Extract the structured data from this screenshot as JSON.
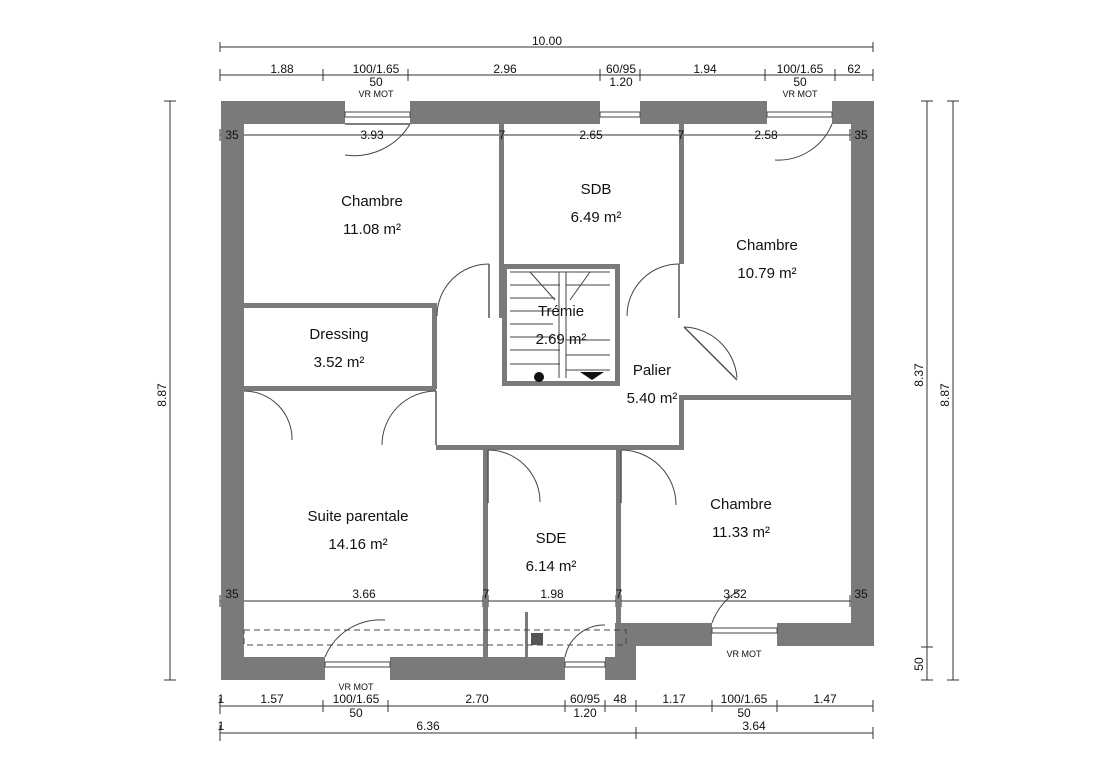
{
  "rooms": {
    "chambre_nw": {
      "name": "Chambre",
      "area": "11.08 m²"
    },
    "sdb": {
      "name": "SDB",
      "area": "6.49 m²"
    },
    "chambre_ne": {
      "name": "Chambre",
      "area": "10.79 m²"
    },
    "dressing": {
      "name": "Dressing",
      "area": "3.52 m²"
    },
    "tremie": {
      "name": "Trémie",
      "area": "2.69 m²"
    },
    "palier": {
      "name": "Palier",
      "area": "5.40 m²"
    },
    "suite": {
      "name": "Suite parentale",
      "area": "14.16 m²"
    },
    "sde": {
      "name": "SDE",
      "area": "6.14 m²"
    },
    "chambre_se": {
      "name": "Chambre",
      "area": "11.33 m²"
    }
  },
  "top_dims": {
    "total": "10.00",
    "segments": [
      "1.88",
      "100/1.65",
      "2.96",
      "60/95",
      "1.94",
      "100/1.65",
      "62"
    ],
    "sub": [
      "50",
      "1.20",
      "50"
    ]
  },
  "windows": {
    "label_top_left": "VR MOT",
    "label_top_right": "VR MOT",
    "label_bottom_left": "VR MOT",
    "label_bottom_right": "VR MOT"
  },
  "inner_top_dims": [
    "35",
    "3.93",
    "7",
    "2.65",
    "7",
    "2.58",
    "35"
  ],
  "inner_bottom_dims": [
    "35",
    "3.66",
    "7",
    "1.98",
    "7",
    "3.52",
    "35"
  ],
  "bottom_dims": {
    "row1": [
      "1",
      "1.57",
      "100/1.65",
      "2.70",
      "60/95",
      "48",
      "1.17",
      "100/1.65",
      "1.47"
    ],
    "row1_sub": [
      "50",
      "1.20",
      "50"
    ],
    "row2": [
      "1",
      "6.36",
      "3.64"
    ]
  },
  "side_dims": {
    "left": "8.87",
    "right_inner": "8.37",
    "right_outer": "8.87",
    "right_bottom": "50"
  }
}
